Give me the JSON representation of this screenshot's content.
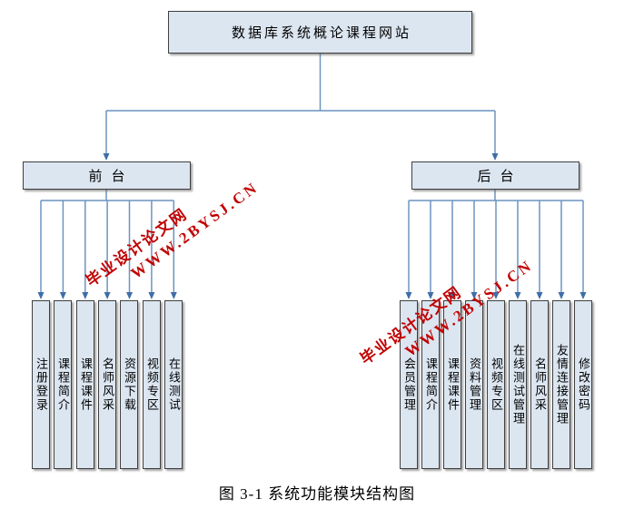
{
  "root": {
    "label": "数据库系统概论课程网站"
  },
  "front": {
    "label": "前台",
    "children": [
      "注册登录",
      "课程简介",
      "课程课件",
      "名师风采",
      "资源下载",
      "视频专区",
      "在线测试"
    ]
  },
  "back": {
    "label": "后台",
    "children": [
      "会员管理",
      "课程简介",
      "课程课件",
      "资料管理",
      "视频专区",
      "在线测试管理",
      "名师风采",
      "友情连接管理",
      "修改密码"
    ]
  },
  "watermark": {
    "line1": "毕业设计论文网",
    "line2": "WWW.2BYSJ.CN"
  },
  "caption": "图 3-1 系统功能模块结构图",
  "colors": {
    "box_fill": "#dce6f1",
    "box_border": "#3f3f3f",
    "connector_line": "#6c94c0",
    "arrowhead": "#3f6ea8",
    "watermark_red": "#c00000",
    "text": "#000000"
  }
}
